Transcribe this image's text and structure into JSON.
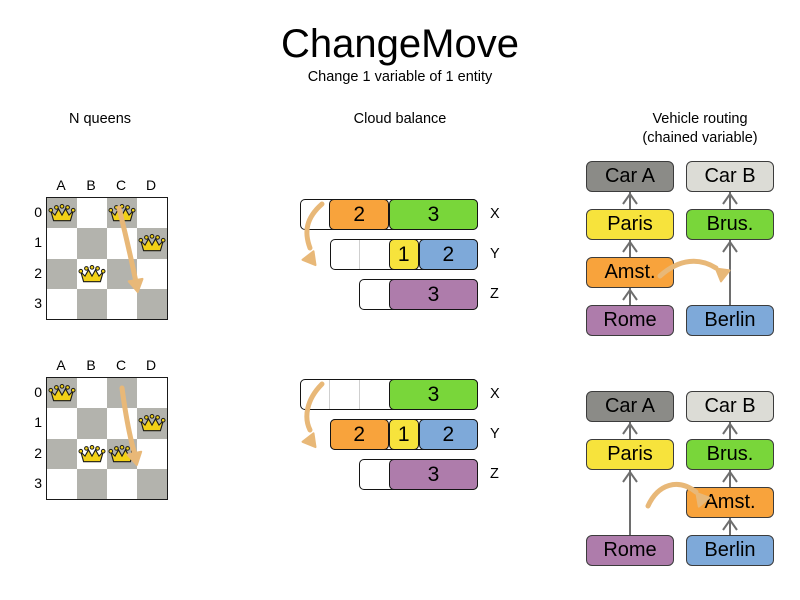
{
  "header": {
    "title": "ChangeMove",
    "subtitle": "Change 1 variable of 1 entity"
  },
  "sections": {
    "nqueens": {
      "title": "N queens"
    },
    "cloud": {
      "title": "Cloud balance"
    },
    "vrp": {
      "title_line1": "Vehicle routing",
      "title_line2": "(chained variable)"
    }
  },
  "colors": {
    "orange": "#f8a33c",
    "green": "#79d63a",
    "yellow": "#f7e33c",
    "blue": "#7ea9d9",
    "purple": "#ae7cab",
    "grey_dark": "#8b8b87",
    "grey_light": "#dcdcd6",
    "arrow": "#e8b878",
    "board_dark": "#b3b3ad",
    "board_light": "#ffffff",
    "queen": "#f2d117"
  },
  "nqueens": {
    "column_labels": [
      "A",
      "B",
      "C",
      "D"
    ],
    "row_labels": [
      "0",
      "1",
      "2",
      "3"
    ],
    "before": {
      "queens": [
        {
          "col": 0,
          "row": 0
        },
        {
          "col": 2,
          "row": 0
        },
        {
          "col": 3,
          "row": 1
        },
        {
          "col": 1,
          "row": 2
        }
      ],
      "move": {
        "from_col": 2,
        "from_row": 0,
        "to_col": 2,
        "to_row": 2
      }
    },
    "after": {
      "queens": [
        {
          "col": 0,
          "row": 0
        },
        {
          "col": 3,
          "row": 1
        },
        {
          "col": 1,
          "row": 2
        },
        {
          "col": 2,
          "row": 2
        }
      ],
      "move": {
        "from_col": 2,
        "from_row": 0,
        "to_col": 2,
        "to_row": 2
      }
    }
  },
  "cloud_balance": {
    "computer_labels": [
      "X",
      "Y",
      "Z"
    ],
    "before": {
      "rows": [
        {
          "label": "X",
          "free_slots": 1,
          "processes": [
            {
              "value": "2",
              "color": "#f8a33c",
              "units": 2
            },
            {
              "value": "3",
              "color": "#79d63a",
              "units": 3
            }
          ]
        },
        {
          "label": "Y",
          "free_slots": 2,
          "processes": [
            {
              "value": "1",
              "color": "#f7e33c",
              "units": 1
            },
            {
              "value": "2",
              "color": "#7ea9d9",
              "units": 2
            }
          ]
        },
        {
          "label": "Z",
          "free_slots": 1,
          "processes": [
            {
              "value": "3",
              "color": "#ae7cab",
              "units": 3
            }
          ]
        }
      ]
    },
    "after": {
      "rows": [
        {
          "label": "X",
          "free_slots": 3,
          "processes": [
            {
              "value": "3",
              "color": "#79d63a",
              "units": 3
            }
          ]
        },
        {
          "label": "Y",
          "free_slots": 0,
          "processes": [
            {
              "value": "2",
              "color": "#f8a33c",
              "units": 2
            },
            {
              "value": "1",
              "color": "#f7e33c",
              "units": 1
            },
            {
              "value": "2",
              "color": "#7ea9d9",
              "units": 2
            }
          ]
        },
        {
          "label": "Z",
          "free_slots": 1,
          "processes": [
            {
              "value": "3",
              "color": "#ae7cab",
              "units": 3
            }
          ]
        }
      ]
    },
    "moved_process": "2"
  },
  "vehicle_routing": {
    "before": {
      "chains": [
        {
          "vehicle": "Car A",
          "vehicle_color": "#8b8b87",
          "stops": [
            {
              "label": "Paris",
              "color": "#f7e33c"
            },
            {
              "label": "Amst.",
              "color": "#f8a33c"
            },
            {
              "label": "Rome",
              "color": "#ae7cab"
            }
          ]
        },
        {
          "vehicle": "Car B",
          "vehicle_color": "#dcdcd6",
          "stops": [
            {
              "label": "Brus.",
              "color": "#79d63a"
            },
            {
              "label": "Berlin",
              "color": "#7ea9d9"
            }
          ]
        }
      ]
    },
    "after": {
      "chains": [
        {
          "vehicle": "Car A",
          "vehicle_color": "#8b8b87",
          "stops": [
            {
              "label": "Paris",
              "color": "#f7e33c"
            },
            {
              "label": "Rome",
              "color": "#ae7cab"
            }
          ]
        },
        {
          "vehicle": "Car B",
          "vehicle_color": "#dcdcd6",
          "stops": [
            {
              "label": "Brus.",
              "color": "#79d63a"
            },
            {
              "label": "Amst.",
              "color": "#f8a33c"
            },
            {
              "label": "Berlin",
              "color": "#7ea9d9"
            }
          ]
        }
      ]
    },
    "moved_stop": "Amst."
  }
}
